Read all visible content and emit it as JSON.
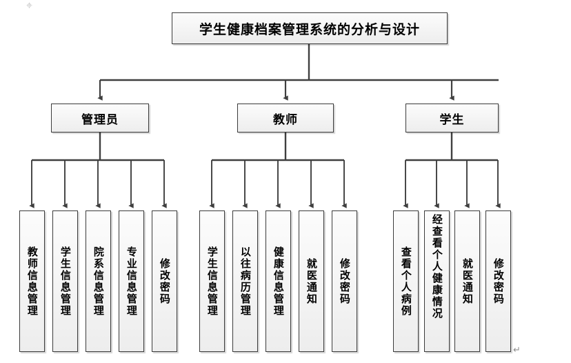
{
  "diagram": {
    "kind": "hierarchy-tree",
    "title_node": {
      "label": "学生健康档案管理系统的分析与设计"
    },
    "roles": [
      {
        "id": "admin",
        "label": "管理员"
      },
      {
        "id": "teacher",
        "label": "教师"
      },
      {
        "id": "student",
        "label": "学生"
      }
    ],
    "groups": {
      "admin": [
        {
          "label": "教师信息管理"
        },
        {
          "label": "学生信息管理"
        },
        {
          "label": "院系信息管理"
        },
        {
          "label": "专业信息管理"
        },
        {
          "label": "修改密码"
        }
      ],
      "teacher": [
        {
          "label": "学生信息管理"
        },
        {
          "label": "以往病历管理"
        },
        {
          "label": "健康信息管理"
        },
        {
          "label": "就医通知"
        },
        {
          "label": "修改密码"
        }
      ],
      "student": [
        {
          "label": "查看个人病例"
        },
        {
          "label": "经查看个人健康情况"
        },
        {
          "label": "就医通知"
        },
        {
          "label": "修改密码"
        }
      ]
    },
    "marks": {
      "cursor": "⌖",
      "paragraph_return": "↵"
    },
    "colors": {
      "line": "#3f3f3f",
      "box_border": "#3a3a3a",
      "box_fill_top": "#fcfcfc",
      "box_fill_bottom": "#ededed",
      "background": "#ffffff",
      "text": "#000000"
    }
  }
}
